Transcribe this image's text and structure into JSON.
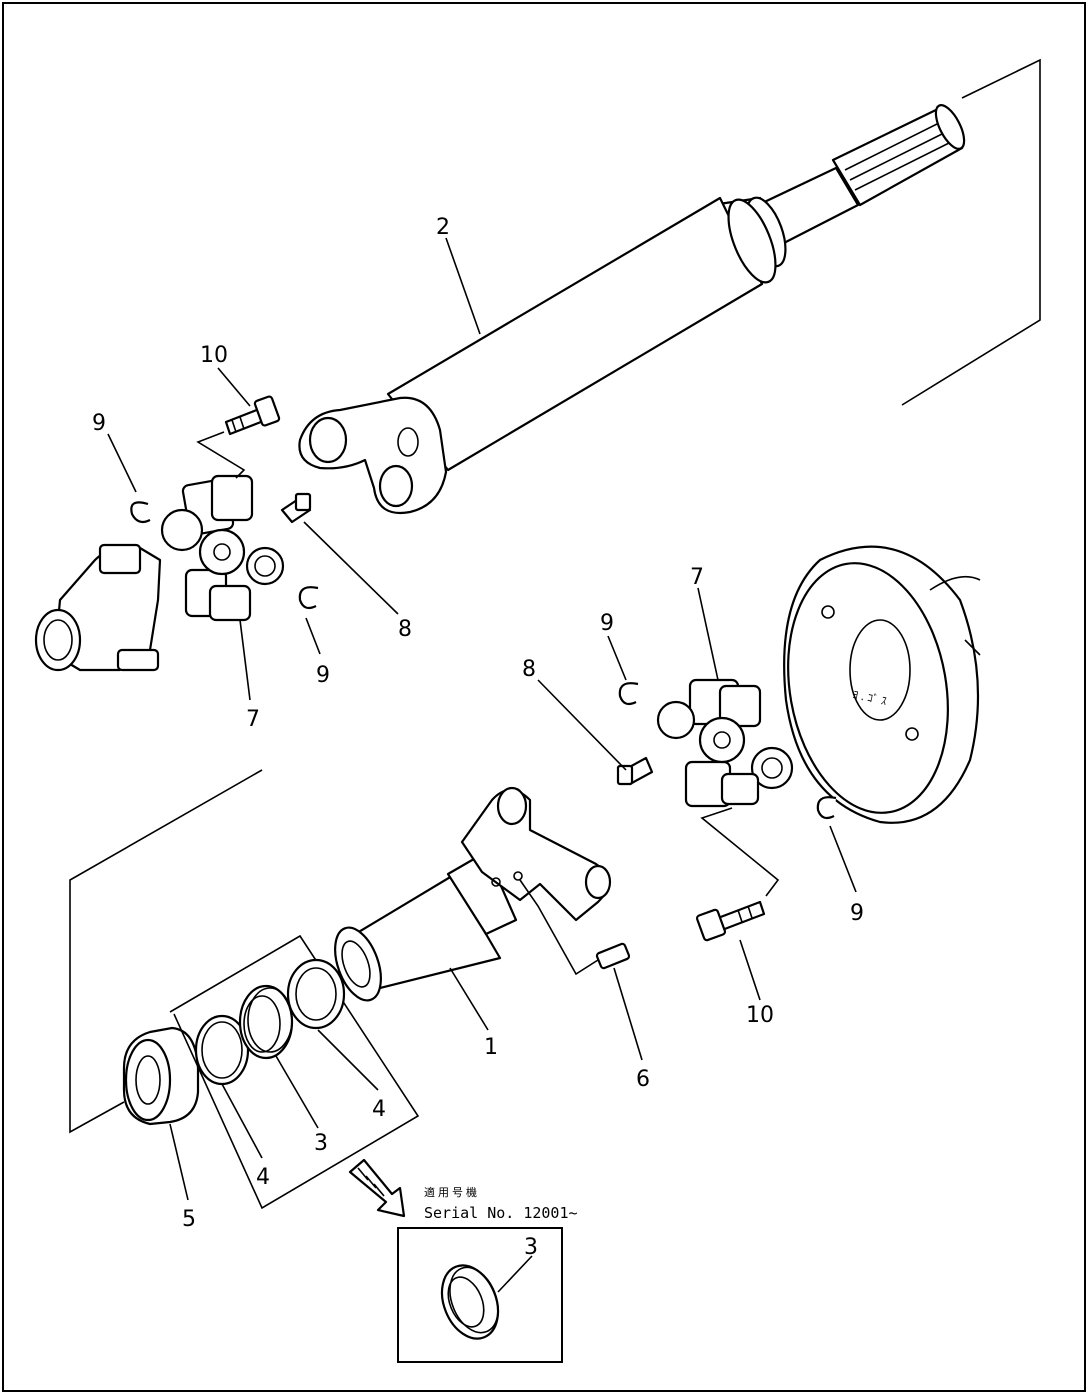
{
  "callouts": {
    "c1": "1",
    "c2": "2",
    "c3a": "3",
    "c3b": "3",
    "c4a": "4",
    "c4b": "4",
    "c5": "5",
    "c6": "6",
    "c7a": "7",
    "c7b": "7",
    "c8a": "8",
    "c8b": "8",
    "c9a": "9",
    "c9b": "9",
    "c9c": "9",
    "c9d": "9",
    "c10a": "10",
    "c10b": "10"
  },
  "serial_note": {
    "japanese": "適用号機",
    "serial": "Serial No. 12001~"
  }
}
